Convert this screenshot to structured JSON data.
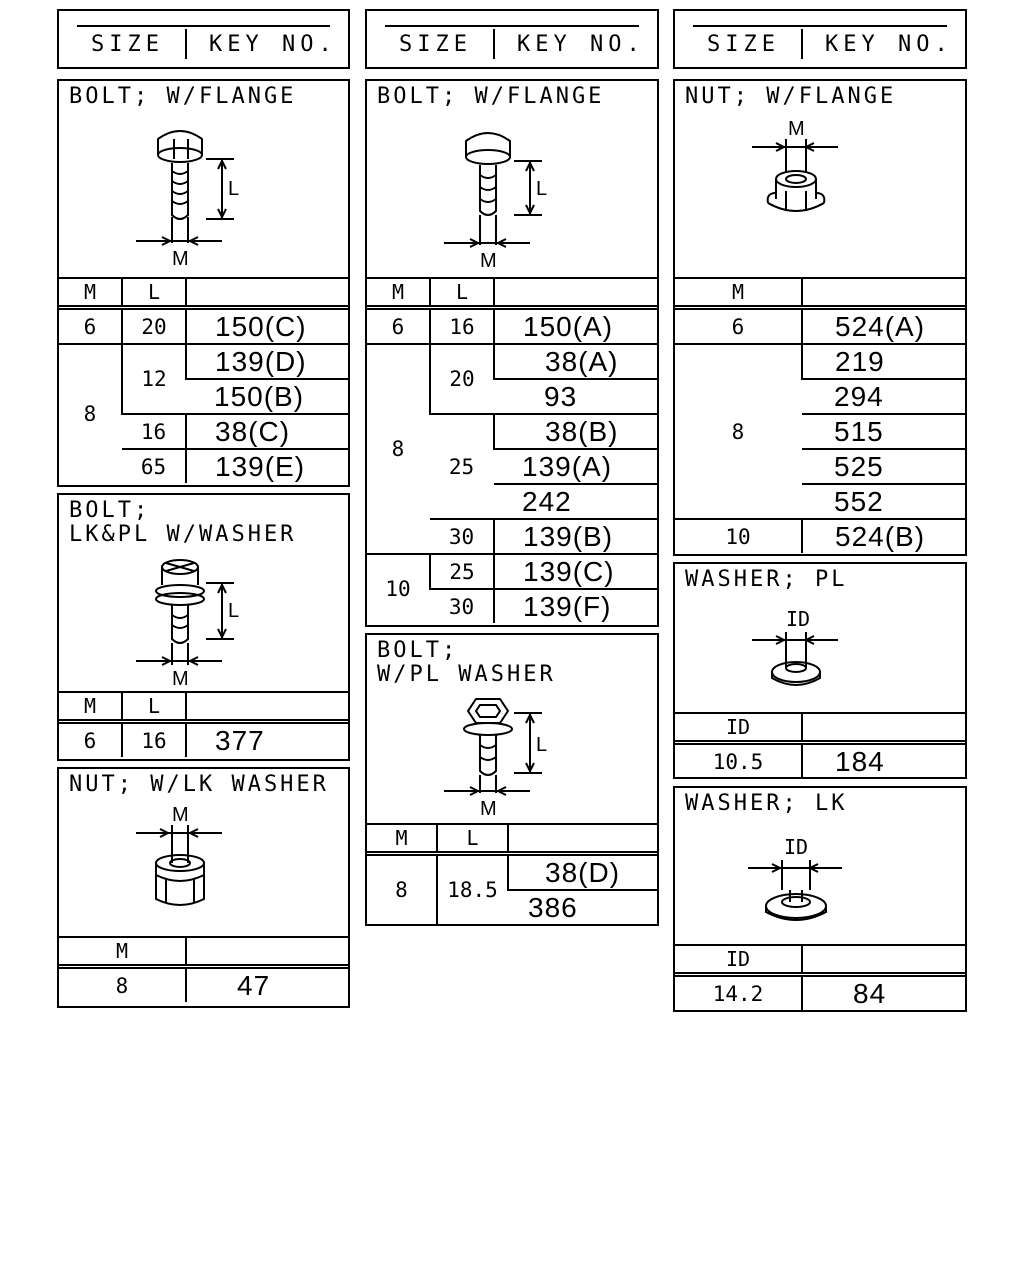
{
  "header": {
    "size_label": "SIZE",
    "key_label": "KEY NO."
  },
  "dims": {
    "m": "M",
    "l": "L",
    "id": "ID"
  },
  "bolt_flange_a": {
    "title": "BOLT; W/FLANGE",
    "rows": [
      {
        "m": "6",
        "l": "20",
        "key": "150(C)"
      },
      {
        "m": "8",
        "l": "12",
        "key": "139(D)"
      },
      {
        "m": "8",
        "l": "12",
        "key": "150(B)"
      },
      {
        "m": "8",
        "l": "16",
        "key": "38(C)"
      },
      {
        "m": "8",
        "l": "65",
        "key": "139(E)"
      }
    ]
  },
  "bolt_lkpl_washer": {
    "title_line1": "BOLT;",
    "title_line2": "LK&PL W/WASHER",
    "rows": [
      {
        "m": "6",
        "l": "16",
        "key": "377"
      }
    ]
  },
  "nut_lk_washer": {
    "title": "NUT; W/LK WASHER",
    "rows": [
      {
        "m": "8",
        "key": "47"
      }
    ]
  },
  "bolt_flange_b": {
    "title": "BOLT; W/FLANGE",
    "rows": [
      {
        "m": "6",
        "l": "16",
        "key": "150(A)"
      },
      {
        "m": "8",
        "l": "20",
        "key": "38(A)"
      },
      {
        "m": "8",
        "l": "20",
        "key": "93"
      },
      {
        "m": "8",
        "l": "25",
        "key": "38(B)"
      },
      {
        "m": "8",
        "l": "25",
        "key": "139(A)"
      },
      {
        "m": "8",
        "l": "25",
        "key": "242"
      },
      {
        "m": "8",
        "l": "30",
        "key": "139(B)"
      },
      {
        "m": "10",
        "l": "25",
        "key": "139(C)"
      },
      {
        "m": "10",
        "l": "30",
        "key": "139(F)"
      }
    ]
  },
  "bolt_pl_washer": {
    "title_line1": "BOLT;",
    "title_line2": "W/PL WASHER",
    "rows": [
      {
        "m": "8",
        "l": "18.5",
        "key": "38(D)"
      },
      {
        "m": "8",
        "l": "18.5",
        "key": "386"
      }
    ]
  },
  "nut_flange": {
    "title": "NUT; W/FLANGE",
    "rows": [
      {
        "m": "6",
        "key": "524(A)"
      },
      {
        "m": "8",
        "key": "219"
      },
      {
        "m": "8",
        "key": "294"
      },
      {
        "m": "8",
        "key": "515"
      },
      {
        "m": "8",
        "key": "525"
      },
      {
        "m": "8",
        "key": "552"
      },
      {
        "m": "10",
        "key": "524(B)"
      }
    ]
  },
  "washer_pl": {
    "title": "WASHER; PL",
    "rows": [
      {
        "id": "10.5",
        "key": "184"
      }
    ]
  },
  "washer_lk": {
    "title": "WASHER; LK",
    "rows": [
      {
        "id": "14.2",
        "key": "84"
      }
    ]
  }
}
